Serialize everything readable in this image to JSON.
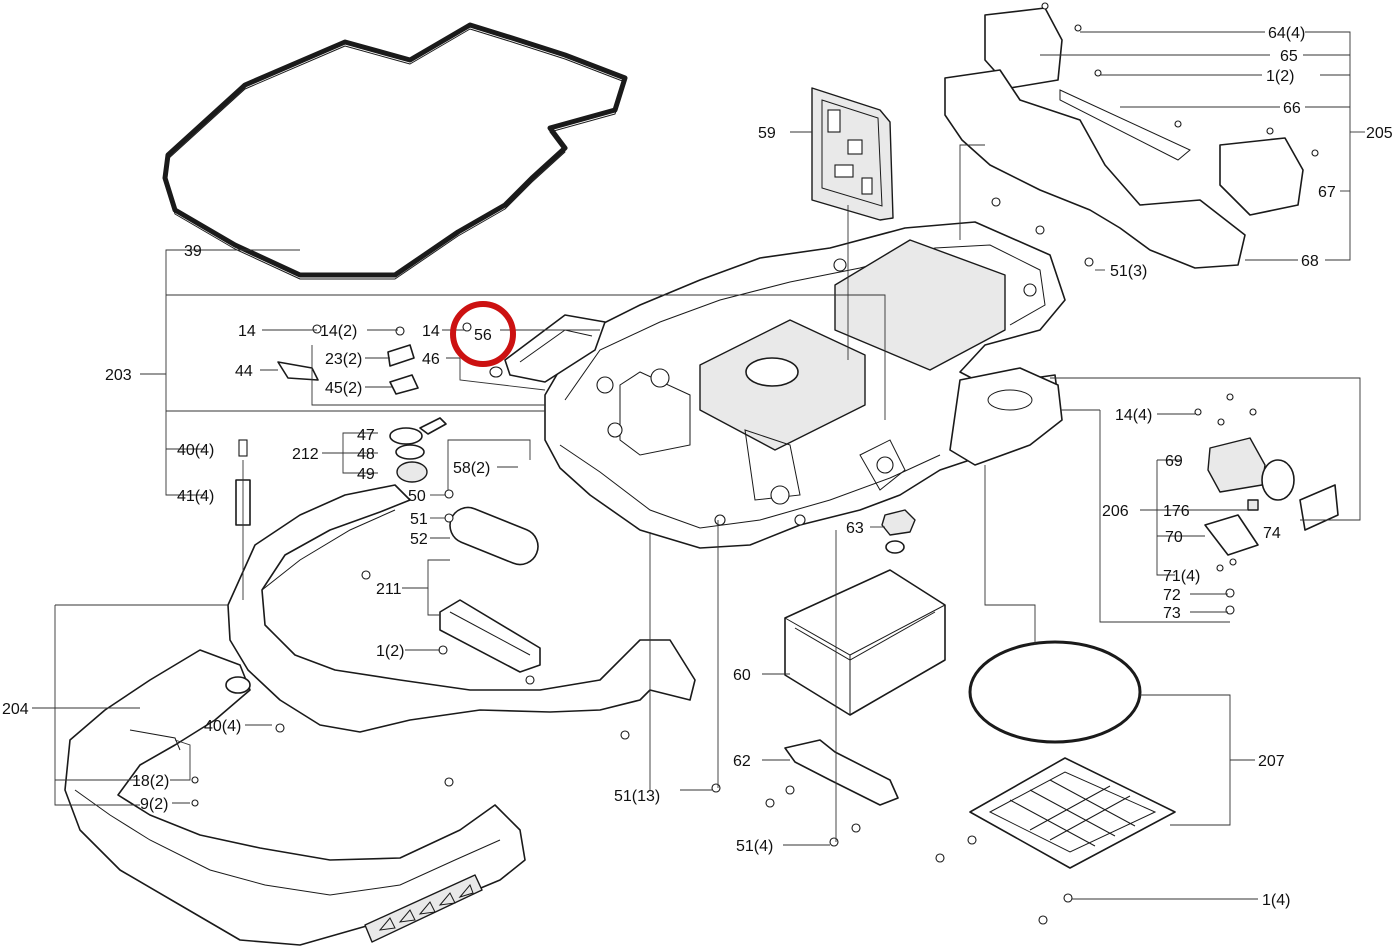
{
  "labels": {
    "l39": "39",
    "l203": "203",
    "l14a": "14",
    "l14_2": "14(2)",
    "l14b": "14",
    "l56": "56",
    "l44": "44",
    "l23_2": "23(2)",
    "l46": "46",
    "l45_2": "45(2)",
    "l40_4a": "40(4)",
    "l41_4": "41(4)",
    "l212": "212",
    "l47": "47",
    "l48": "48",
    "l49": "49",
    "l50": "50",
    "l51": "51",
    "l52": "52",
    "l58_2": "58(2)",
    "l211": "211",
    "l1_2a": "1(2)",
    "l204": "204",
    "l40_4b": "40(4)",
    "l18_2": "18(2)",
    "l9_2": "9(2)",
    "l59": "59",
    "l60": "60",
    "l62": "62",
    "l63": "63",
    "l51_13": "51(13)",
    "l51_4": "51(4)",
    "l64_4": "64(4)",
    "l65": "65",
    "l1_2b": "1(2)",
    "l66": "66",
    "l205": "205",
    "l67": "67",
    "l68": "68",
    "l51_3": "51(3)",
    "l14_4": "14(4)",
    "l69": "69",
    "l206": "206",
    "l176": "176",
    "l70": "70",
    "l74": "74",
    "l71_4": "71(4)",
    "l72": "72",
    "l73": "73",
    "l207": "207",
    "l1_4": "1(4)"
  },
  "highlight": {
    "target": "56",
    "color": "#cc1111"
  },
  "icons": [
    "screw-icon",
    "warning-pictogram-icon"
  ]
}
